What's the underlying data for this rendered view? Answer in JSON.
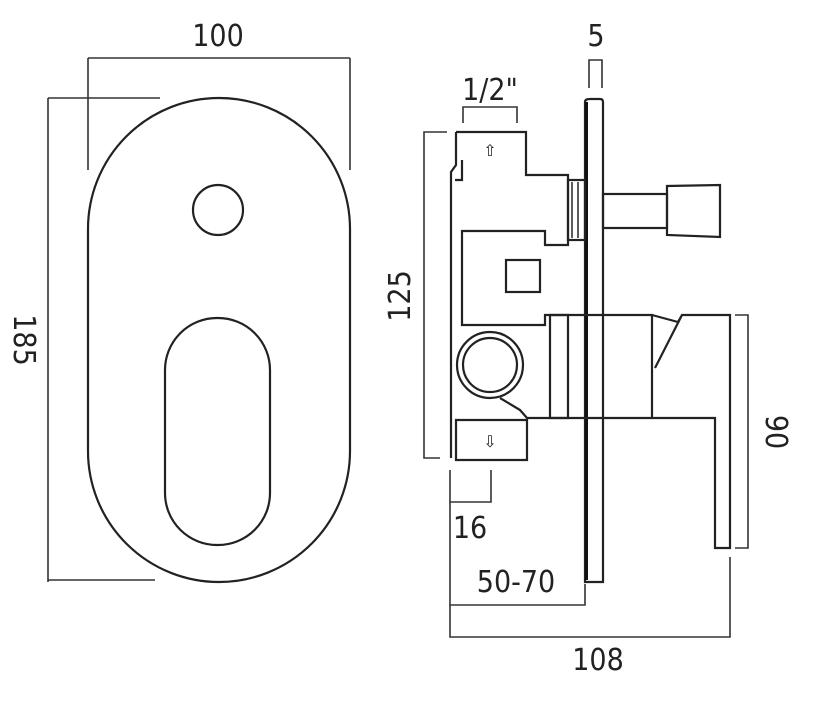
{
  "front_view": {
    "width_label": "100",
    "height_label": "185"
  },
  "side_view": {
    "plate_thickness_label": "5",
    "inlet_label": "1/2\"",
    "body_height_label": "125",
    "handle_height_label": "90",
    "outlet_offset_label": "16",
    "wall_depth_label": "50-70",
    "total_depth_label": "108"
  }
}
